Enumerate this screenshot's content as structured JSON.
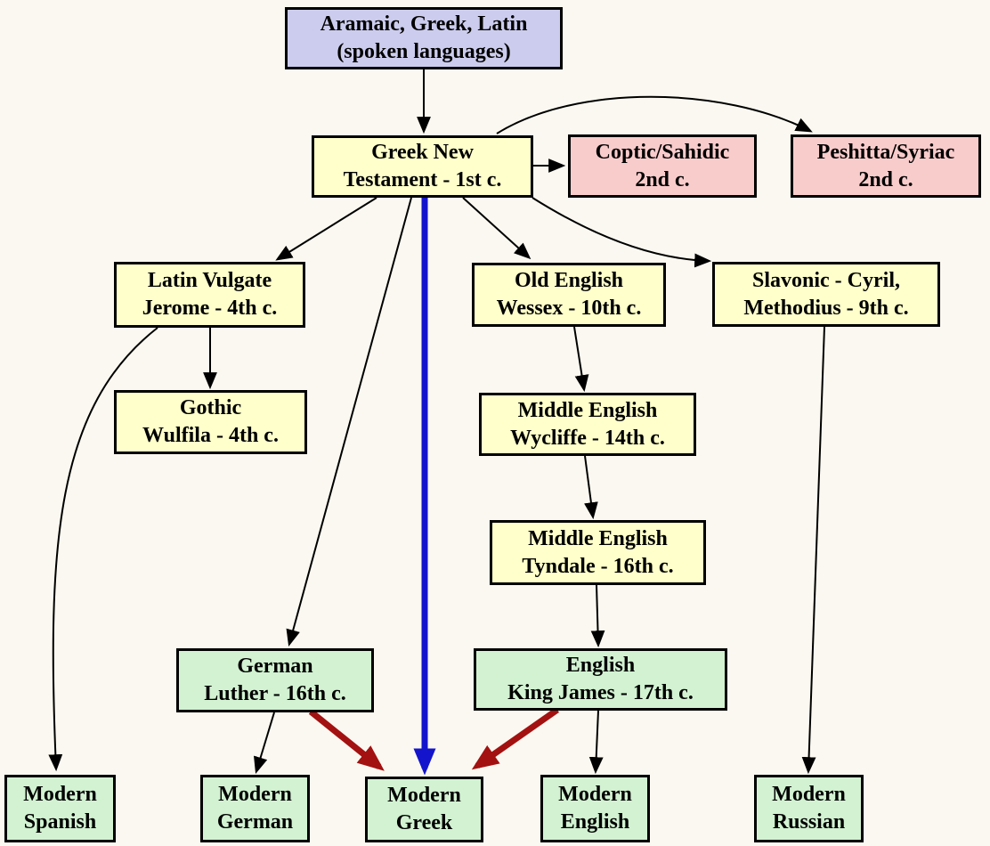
{
  "diagram": {
    "description_visible": false,
    "type": "flowchart"
  },
  "colors": {
    "background": "#faf8f0",
    "node_border": "#000000",
    "text": "#000000",
    "edge_black": "#000000",
    "edge_blue": "#1414cc",
    "edge_red": "#a31111",
    "fill_lavender": "#ccccee",
    "fill_yellow": "#feffcb",
    "fill_pink": "#f9cccc",
    "fill_green": "#d2f2d2"
  },
  "nodes": {
    "aramaic": {
      "line1": "Aramaic, Greek, Latin",
      "line2": "(spoken languages)",
      "fill": "lavender"
    },
    "greek_nt": {
      "line1": "Greek New",
      "line2": "Testament - 1st c.",
      "fill": "yellow"
    },
    "coptic": {
      "line1": "Coptic/Sahidic",
      "line2": "2nd c.",
      "fill": "pink"
    },
    "peshitta": {
      "line1": "Peshitta/Syriac",
      "line2": "2nd c.",
      "fill": "pink"
    },
    "latin_vulgate": {
      "line1": "Latin Vulgate",
      "line2": "Jerome - 4th c.",
      "fill": "yellow"
    },
    "old_english": {
      "line1": "Old English",
      "line2": "Wessex - 10th c.",
      "fill": "yellow"
    },
    "slavonic": {
      "line1": "Slavonic - Cyril,",
      "line2": "Methodius - 9th c.",
      "fill": "yellow"
    },
    "gothic": {
      "line1": "Gothic",
      "line2": "Wulfila - 4th c.",
      "fill": "yellow"
    },
    "wycliffe": {
      "line1": "Middle English",
      "line2": "Wycliffe - 14th c.",
      "fill": "yellow"
    },
    "tyndale": {
      "line1": "Middle English",
      "line2": "Tyndale - 16th c.",
      "fill": "yellow"
    },
    "luther": {
      "line1": "German",
      "line2": "Luther - 16th c.",
      "fill": "green"
    },
    "king_james": {
      "line1": "English",
      "line2": "King James - 17th c.",
      "fill": "green"
    },
    "modern_spanish": {
      "line1": "Modern",
      "line2": "Spanish",
      "fill": "green"
    },
    "modern_german": {
      "line1": "Modern",
      "line2": "German",
      "fill": "green"
    },
    "modern_greek": {
      "line1": "Modern",
      "line2": "Greek",
      "fill": "green"
    },
    "modern_english": {
      "line1": "Modern",
      "line2": "English",
      "fill": "green"
    },
    "modern_russian": {
      "line1": "Modern",
      "line2": "Russian",
      "fill": "green"
    }
  },
  "edges": [
    {
      "from": "aramaic",
      "to": "greek_nt",
      "style": "black"
    },
    {
      "from": "greek_nt",
      "to": "coptic",
      "style": "black"
    },
    {
      "from": "greek_nt",
      "to": "peshitta",
      "style": "black-curved"
    },
    {
      "from": "greek_nt",
      "to": "latin_vulgate",
      "style": "black"
    },
    {
      "from": "greek_nt",
      "to": "old_english",
      "style": "black"
    },
    {
      "from": "greek_nt",
      "to": "slavonic",
      "style": "black-curved"
    },
    {
      "from": "greek_nt",
      "to": "luther",
      "style": "black"
    },
    {
      "from": "greek_nt",
      "to": "modern_greek",
      "style": "blue-bold"
    },
    {
      "from": "latin_vulgate",
      "to": "gothic",
      "style": "black"
    },
    {
      "from": "latin_vulgate",
      "to": "modern_spanish",
      "style": "black-curved"
    },
    {
      "from": "old_english",
      "to": "wycliffe",
      "style": "black"
    },
    {
      "from": "wycliffe",
      "to": "tyndale",
      "style": "black"
    },
    {
      "from": "tyndale",
      "to": "king_james",
      "style": "black"
    },
    {
      "from": "luther",
      "to": "modern_german",
      "style": "black"
    },
    {
      "from": "king_james",
      "to": "modern_english",
      "style": "black"
    },
    {
      "from": "slavonic",
      "to": "modern_russian",
      "style": "black"
    },
    {
      "from": "luther",
      "to": "modern_greek",
      "style": "red-bold"
    },
    {
      "from": "king_james",
      "to": "modern_greek",
      "style": "red-bold"
    }
  ]
}
